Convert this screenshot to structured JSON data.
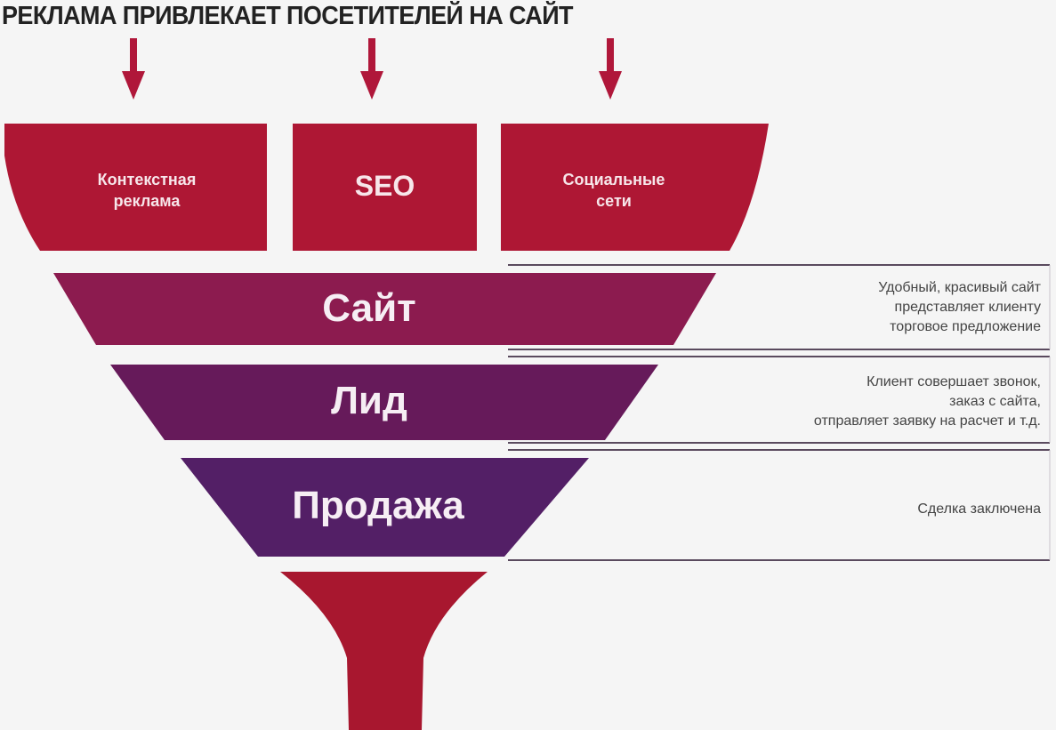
{
  "title": "РЕКЛАМА ПРИВЛЕКАЕТ ПОСЕТИТЕЛЕЙ НА САЙТ",
  "colors": {
    "arrow": "#b0173a",
    "sources": "#ae1734",
    "stage_site": "#8c1b4f",
    "stage_lead": "#661a5a",
    "stage_sale": "#531f66",
    "spout": "#a8172f",
    "lines": "#5a4a5e",
    "background": "#f5f5f5"
  },
  "sources": [
    {
      "label_line1": "Контекстная",
      "label_line2": "реклама",
      "icon": "arrow-down-icon"
    },
    {
      "label": "SEO",
      "icon": "arrow-down-icon"
    },
    {
      "label_line1": "Социальные",
      "label_line2": "сети",
      "icon": "arrow-down-icon"
    }
  ],
  "stages": [
    {
      "name": "Сайт",
      "description": [
        "Удобный, красивый сайт",
        "представляет клиенту",
        "торговое предложение"
      ]
    },
    {
      "name": "Лид",
      "description": [
        "Клиент совершает звонок,",
        "заказ с сайта,",
        "отправляет заявку на расчет и т.д."
      ]
    },
    {
      "name": "Продажа",
      "description": [
        "Сделка заключена"
      ]
    }
  ]
}
